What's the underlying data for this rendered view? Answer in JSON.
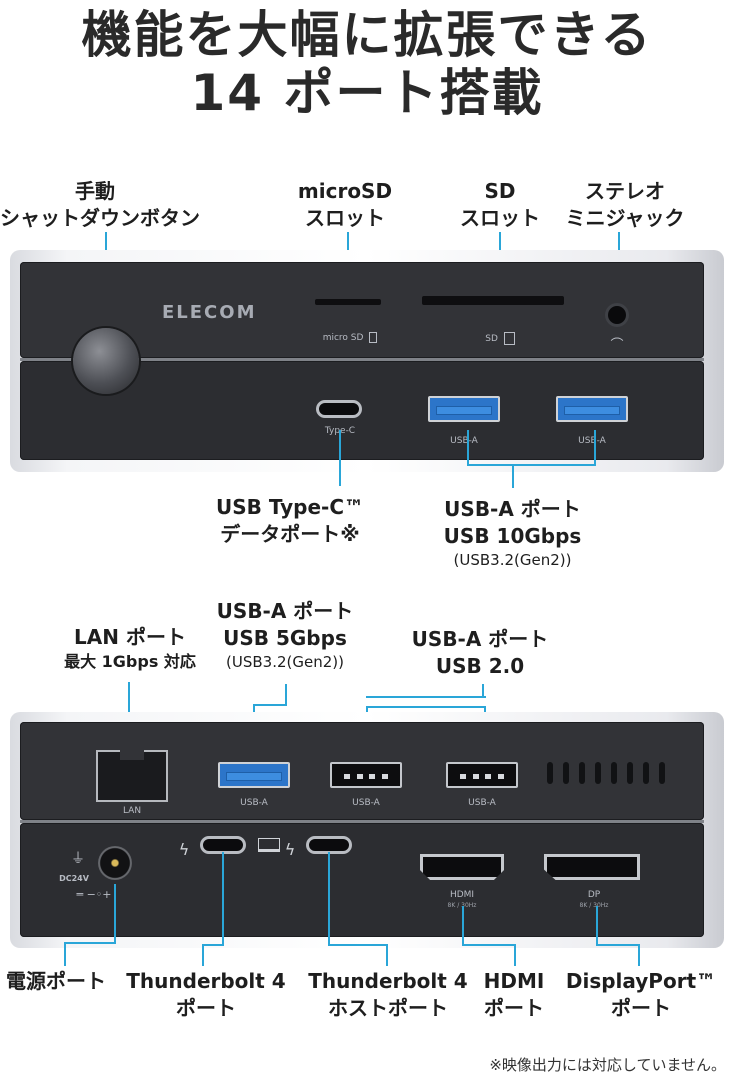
{
  "headline": {
    "line1": "機能を大幅に拡張できる",
    "line2": "14 ポート搭載"
  },
  "top_labels": {
    "shutdown": [
      "手動",
      "シャットダウンボタン"
    ],
    "microsd": [
      "microSD",
      "スロット"
    ],
    "sd": [
      "SD",
      "スロット"
    ],
    "stereo": [
      "ステレオ",
      "ミニジャック"
    ],
    "typec": [
      "USB Type-C™",
      "データポート※"
    ],
    "usba10": [
      "USB-A ポート",
      "USB 10Gbps",
      "(USB3.2(Gen2))"
    ]
  },
  "device_front": {
    "brand": "ELECOM",
    "microsd_print": "micro SD",
    "sd_print": "SD",
    "typec_print": "Type-C",
    "usba_print_1": "USB-A",
    "usba_print_2": "USB-A"
  },
  "mid_labels": {
    "lan": [
      "LAN ポート",
      "最大 1Gbps 対応"
    ],
    "usba5": [
      "USB-A ポート",
      "USB 5Gbps",
      "(USB3.2(Gen2))"
    ],
    "usba2": [
      "USB-A ポート",
      "USB 2.0"
    ]
  },
  "device_rear": {
    "lan_print": "LAN",
    "usba_print_1": "USB-A",
    "usba_print_2": "USB-A",
    "usba_print_3": "USB-A",
    "dc_print": "DC24V",
    "hdmi_print": "HDMI",
    "hdmi_sub": "8K / 30Hz",
    "dp_print": "DP",
    "dp_sub": "8K / 30Hz"
  },
  "bottom_labels": {
    "power": [
      "電源ポート"
    ],
    "tb4": [
      "Thunderbolt 4",
      "ポート"
    ],
    "tb4host": [
      "Thunderbolt 4",
      "ホストポート"
    ],
    "hdmi": [
      "HDMI",
      "ポート"
    ],
    "dp": [
      "DisplayPort™",
      "ポート"
    ]
  },
  "footnote": "※映像出力には対応していません。",
  "colors": {
    "accent_line": "#2aa6d8",
    "panel": "#323337",
    "usb3_blue": "#2c75c9"
  }
}
